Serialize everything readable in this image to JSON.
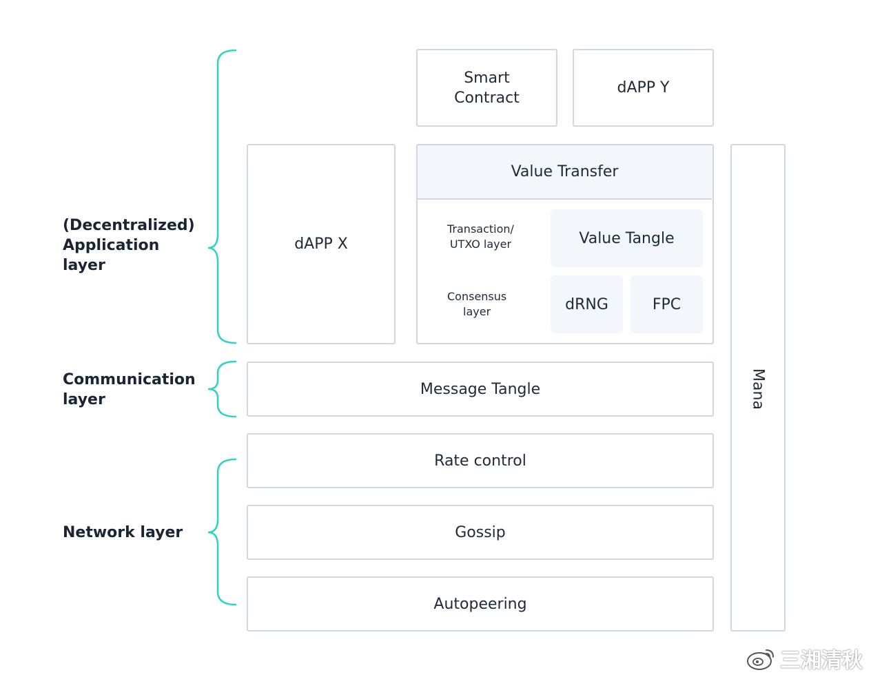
{
  "layers": {
    "application": "(Decentralized)\nApplication\nlayer",
    "communication": "Communication\nlayer",
    "network": "Network layer"
  },
  "boxes": {
    "smart_contract": "Smart\nContract",
    "dapp_y": "dAPP Y",
    "dapp_x": "dAPP X",
    "value_transfer": "Value Transfer",
    "transaction_utxo": "Transaction/\nUTXO layer",
    "value_tangle": "Value Tangle",
    "consensus": "Consensus\nlayer",
    "drng": "dRNG",
    "fpc": "FPC",
    "message_tangle": "Message Tangle",
    "rate_control": "Rate control",
    "gossip": "Gossip",
    "autopeering": "Autopeering",
    "mana": "Mana"
  },
  "watermark": {
    "text": "三湘清秋"
  },
  "colors": {
    "brace": "#2fd3c0",
    "border": "#cfd7e2",
    "tint": "#f3f6fb"
  }
}
